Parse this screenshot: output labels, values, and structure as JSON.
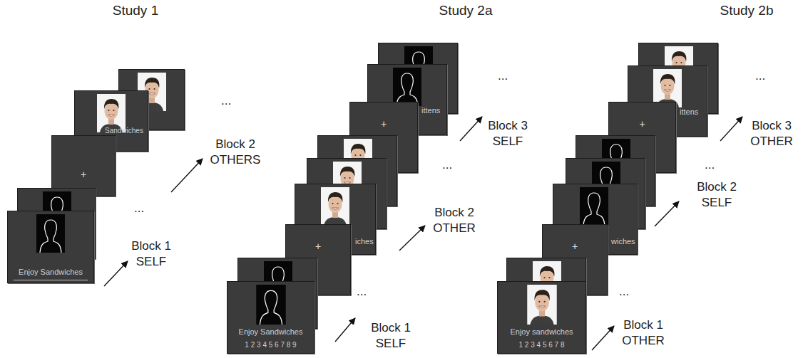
{
  "diagram": {
    "nodes": [
      {
        "text": [
          "Sandwiches"
        ]
      },
      {
        "text": [
          "+"
        ]
      },
      {
        "text": [
          "Enjoy Sandwiches"
        ]
      },
      {
        "text": [
          "ittens"
        ]
      },
      {
        "text": [
          "+"
        ]
      },
      {
        "text": [
          "iches"
        ]
      },
      {
        "text": [
          "+"
        ]
      },
      {
        "text": [
          "Enjoy Sandwiches",
          "1 2 3 4 5 6 7 8 9"
        ]
      },
      {
        "text": [
          "ittens"
        ]
      },
      {
        "text": [
          "+"
        ]
      },
      {
        "text": [
          "wiches"
        ]
      },
      {
        "text": [
          "+"
        ]
      },
      {
        "text": [
          "Enjoy sandwiches",
          "1 2 3 4 5 6 7 8"
        ]
      }
    ],
    "labels": [
      "Study 1",
      "Study 2a",
      "Study 2b",
      "...",
      "Block 2 OTHERS",
      "...",
      "Block 1 SELF",
      "...",
      "Block 3 SELF",
      "...",
      "Block 2 OTHER",
      "...",
      "Block 1 SELF",
      "...",
      "Block 3 OTHER",
      "...",
      "Block 2 SELF",
      "...",
      "Block 1 OTHER"
    ]
  }
}
